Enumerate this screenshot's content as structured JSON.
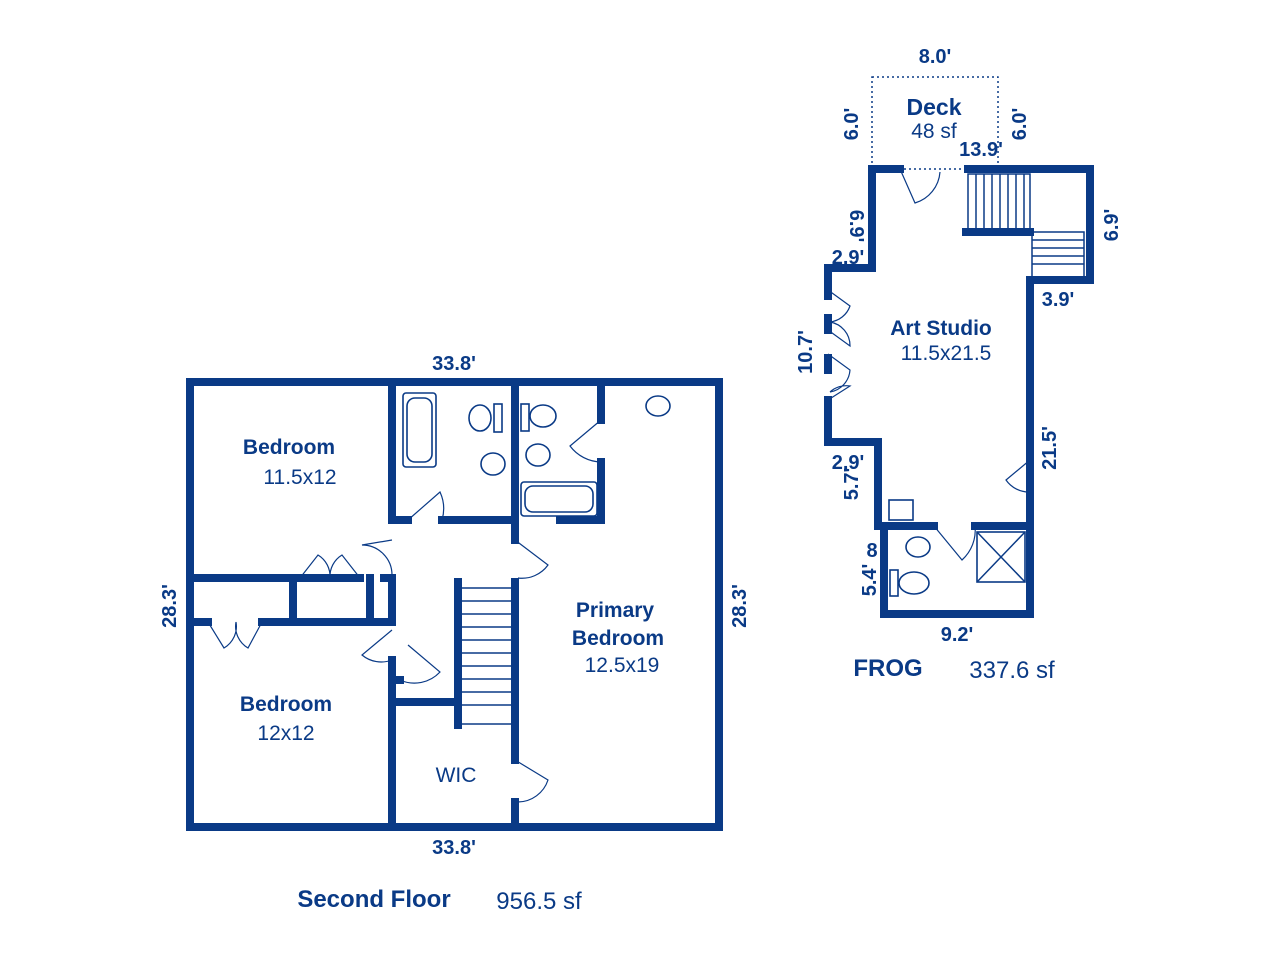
{
  "second_floor": {
    "title": "Second Floor",
    "area": "956.5 sf",
    "dims": {
      "top": "33.8'",
      "bottom": "33.8'",
      "left": "28.3'",
      "right": "28.3'"
    },
    "rooms": {
      "bedroom1": {
        "name": "Bedroom",
        "size": "11.5x12"
      },
      "bedroom2": {
        "name": "Bedroom",
        "size": "12x12"
      },
      "primary": {
        "name_line1": "Primary",
        "name_line2": "Bedroom",
        "size": "12.5x19"
      },
      "wic": {
        "name": "WIC"
      }
    }
  },
  "frog": {
    "title": "FROG",
    "area": "337.6 sf",
    "deck": {
      "name": "Deck",
      "area": "48 sf"
    },
    "art_studio": {
      "name": "Art Studio",
      "size": "11.5x21.5"
    },
    "dims": {
      "deck_width": "8.0'",
      "deck_left": "6.0'",
      "deck_right": "6.0'",
      "top_right": "13.9'",
      "right_upper": "6.9'",
      "notch_upper": "6.9'",
      "left_upper": "2.9'",
      "step_right": "3.9'",
      "left_middle": "10.7'",
      "right_lower": "21.5'",
      "left_lower_a": "2.9'",
      "left_lower_b": "5.7'",
      "bath_left": "5.4'",
      "bath_left_b": "8",
      "bottom": "9.2'"
    }
  }
}
